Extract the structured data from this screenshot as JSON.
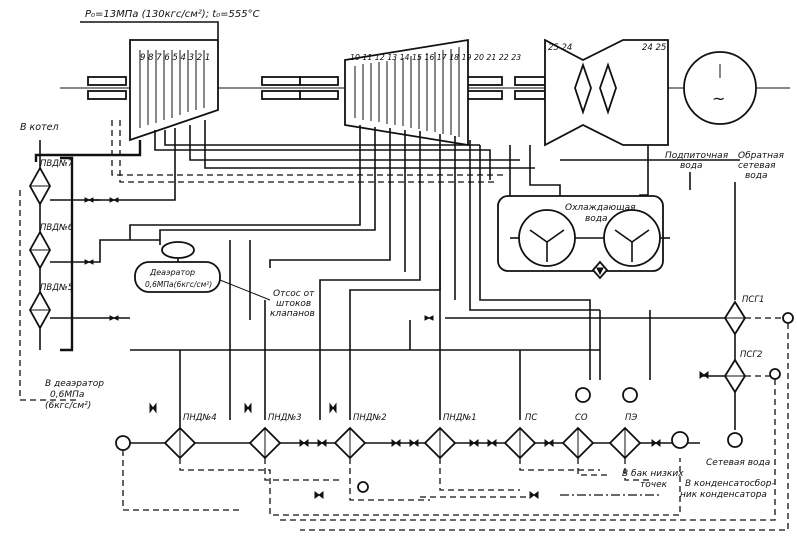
{
  "steam_params": "P₀=13МПа (130кгс/см²); t₀=555°C",
  "turbine": {
    "hp_stages": "9 8 7 6 5 4 3 2 1",
    "ip_stages": "10 11 12 13 14 15 16 17 18 19 20 21 22 23",
    "lp_left_stages": "25 24",
    "lp_right_stages": "24 25",
    "generator_symbol": "~"
  },
  "labels": {
    "to_boiler": "В котел",
    "pvd7": "ПВД№7",
    "pvd6": "ПВД№6",
    "pvd5": "ПВД№5",
    "deaerator_line1": "Деаэратор",
    "deaerator_line2": "0,6МПа(6кгс/см²)",
    "valve_leak_line1": "Отсос от",
    "valve_leak_line2": "штоков",
    "valve_leak_line3": "клапанов",
    "to_deaerator_line1": "В деаэратор",
    "to_deaerator_line2": "0,6МПа",
    "to_deaerator_line3": "(6кгс/см²)",
    "makeup_water_line1": "Подпиточная",
    "makeup_water_line2": "вода",
    "return_water_line1": "Обратная",
    "return_water_line2": "сетевая",
    "return_water_line3": "вода",
    "cooling_water_line1": "Охлаждающая",
    "cooling_water_line2": "вода",
    "psg1": "ПСГ1",
    "psg2": "ПСГ2",
    "pnd4": "ПНД№4",
    "pnd3": "ПНД№3",
    "pnd2": "ПНД№2",
    "pnd1": "ПНД№1",
    "ps": "ПС",
    "so": "СО",
    "pe": "ПЭ",
    "network_water": "Сетевая вода",
    "drain_tank_line1": "В бак низких",
    "drain_tank_line2": "точек",
    "condensate_collector_line1": "В конденсатосбор-",
    "condensate_collector_line2": "ник конденсатора"
  }
}
